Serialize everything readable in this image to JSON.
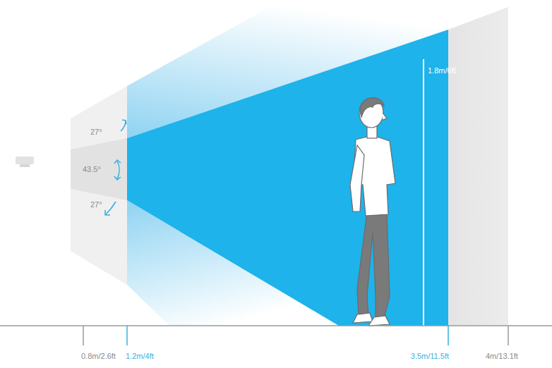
{
  "diagram": {
    "labels": [
      "27°",
      "43.5°",
      "27°",
      "1.8m/6ft",
      "0.8m/2.6ft",
      "1.2m/4ft",
      "3.5m/11.5ft",
      "4m/13.1ft"
    ]
  }
}
